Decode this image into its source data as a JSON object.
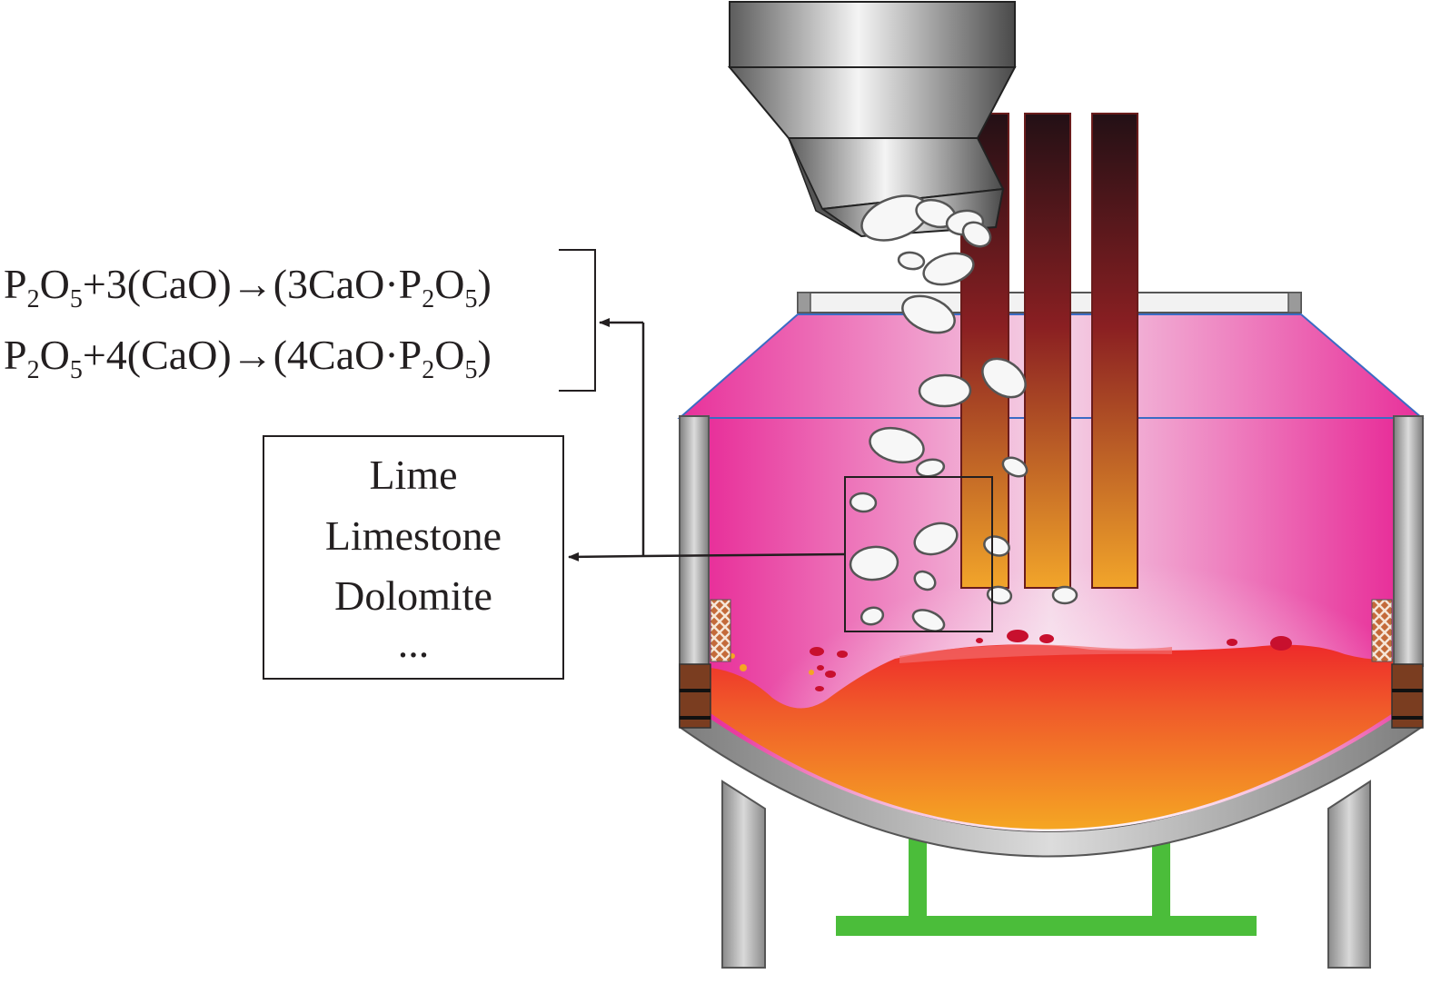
{
  "equations": [
    {
      "parts": [
        {
          "t": "P"
        },
        {
          "sub": "2"
        },
        {
          "t": "O"
        },
        {
          "sub": "5"
        },
        {
          "t": "+3(CaO)→(3CaO·P"
        },
        {
          "sub": "2"
        },
        {
          "t": "O"
        },
        {
          "sub": "5"
        },
        {
          "t": ")"
        }
      ]
    },
    {
      "parts": [
        {
          "t": "P"
        },
        {
          "sub": "2"
        },
        {
          "t": "O"
        },
        {
          "sub": "5"
        },
        {
          "t": "+4(CaO)→(4CaO·P"
        },
        {
          "sub": "2"
        },
        {
          "t": "O"
        },
        {
          "sub": "5"
        },
        {
          "t": ")"
        }
      ]
    }
  ],
  "materials_box": {
    "lines": [
      "Lime",
      "Limestone",
      "Dolomite",
      "..."
    ]
  },
  "colors": {
    "furnace_atmosphere": "#e8309a",
    "atmosphere_light": "#f2c8df",
    "molten_steel_top": "#ee2a2a",
    "molten_steel_bottom": "#f5a623",
    "electrode_top": "#231015",
    "electrode_bottom": "#f2a52a",
    "support_frame": "#4bbd3a",
    "shell": "#8c8c8c",
    "refractory_brick": "#7a3d20",
    "roof_edge": "#3b6bc4"
  }
}
